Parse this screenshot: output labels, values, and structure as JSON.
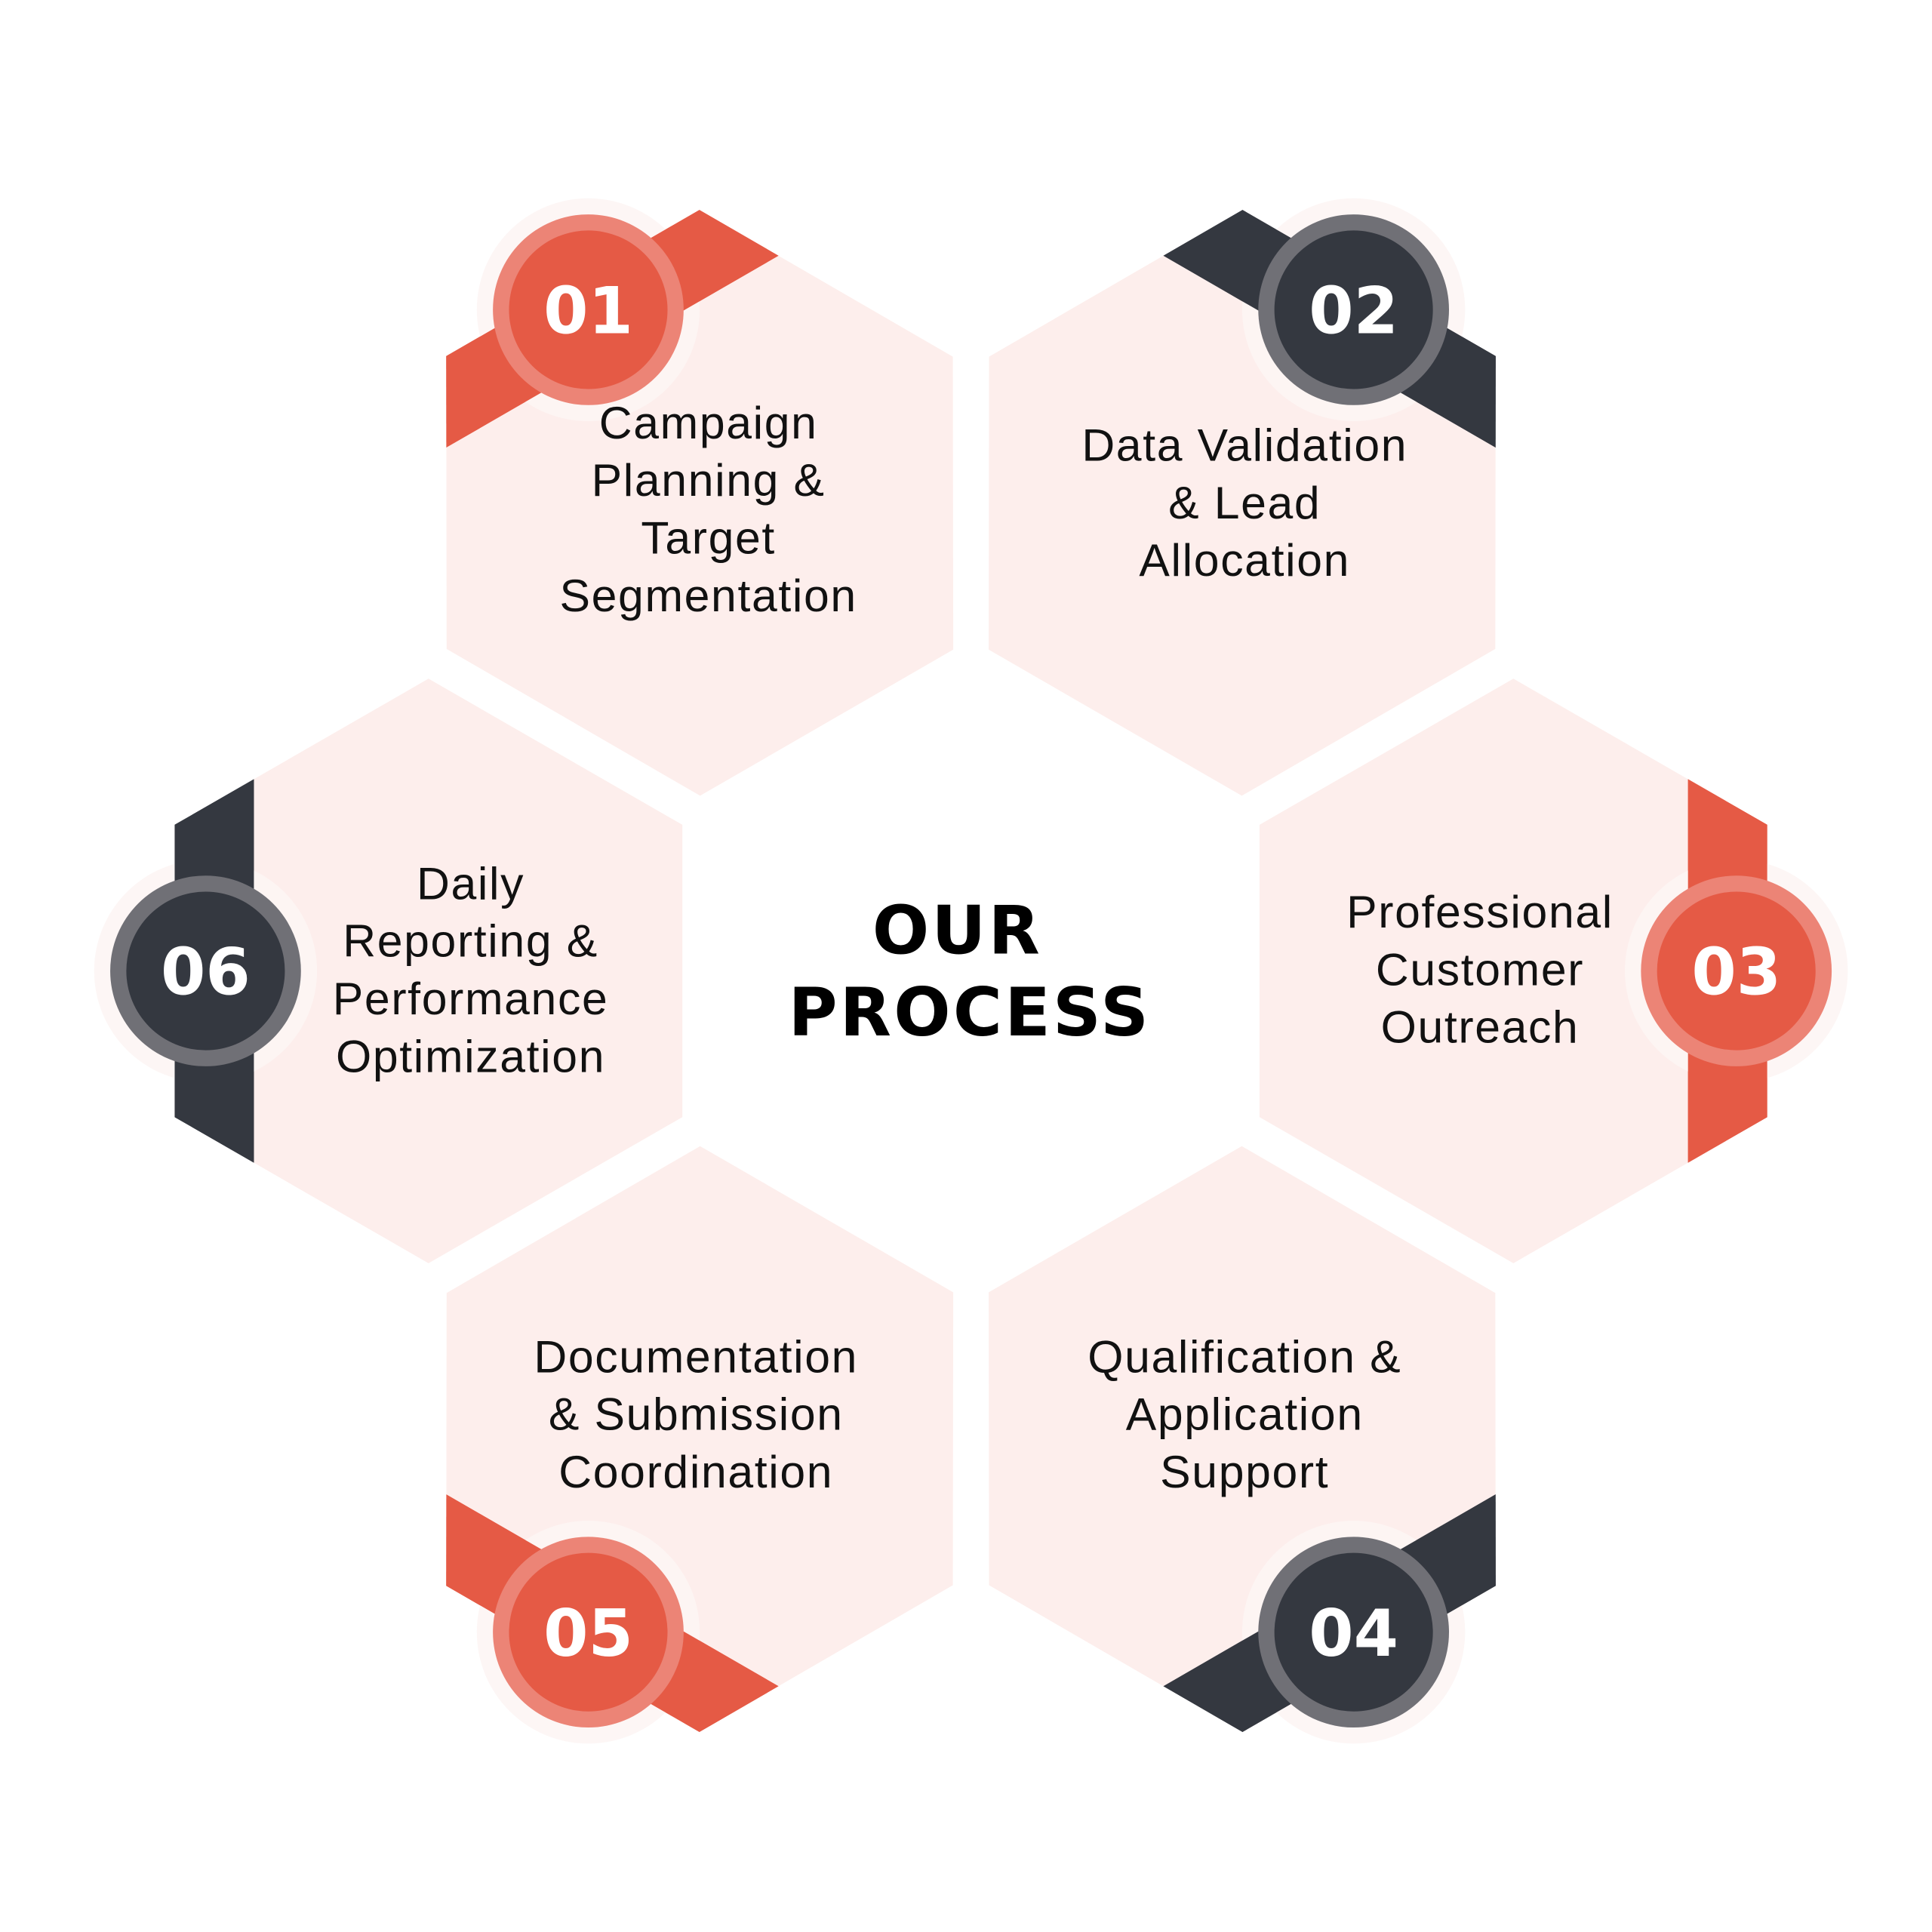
{
  "title": [
    "OUR",
    "PROCESS"
  ],
  "colors": {
    "red": "#E55A45",
    "red_ring": "#EC8476",
    "dark": "#343840",
    "dark_ring": "#707076",
    "hex_fill": "#FDEEEC",
    "halo": "#FDF5F4"
  },
  "steps": [
    {
      "number": "01",
      "theme": "red",
      "lines": [
        "Campaign",
        "Planning &",
        "Target",
        "Segmentation"
      ]
    },
    {
      "number": "02",
      "theme": "dark",
      "lines": [
        "Data Validation",
        "& Lead",
        "Allocation"
      ]
    },
    {
      "number": "03",
      "theme": "red",
      "lines": [
        "Professional",
        "Customer",
        "Outreach"
      ]
    },
    {
      "number": "04",
      "theme": "dark",
      "lines": [
        "Qualification &",
        "Application",
        "Support"
      ]
    },
    {
      "number": "05",
      "theme": "red",
      "lines": [
        "Documentation",
        "& Submission",
        "Coordination"
      ]
    },
    {
      "number": "06",
      "theme": "dark",
      "lines": [
        "Daily",
        "Reporting &",
        "Performance",
        "Optimization"
      ]
    }
  ]
}
